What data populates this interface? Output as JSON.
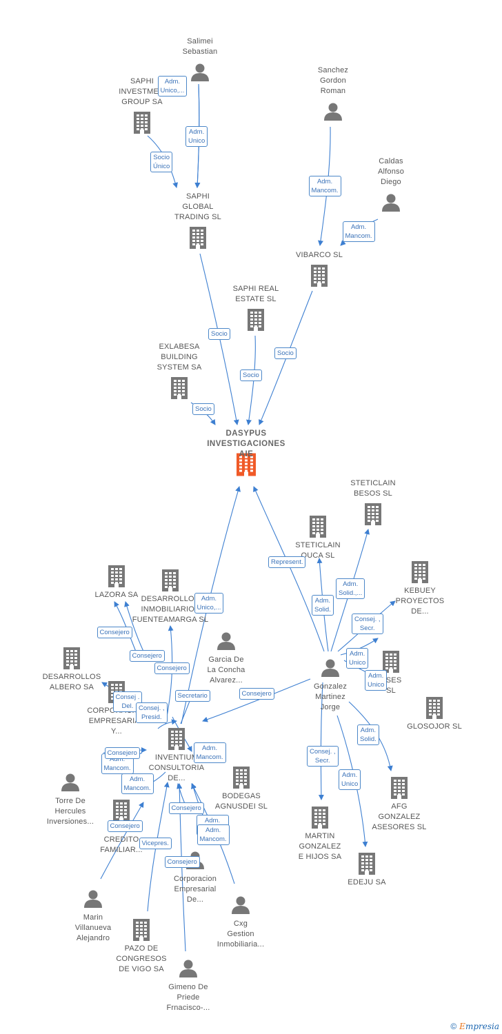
{
  "nodes": {
    "salimei": {
      "label": "Salimei\nSebastian",
      "type": "person"
    },
    "saphi_inv": {
      "label": "SAPHI\nINVESTME...\nGROUP SA",
      "type": "company"
    },
    "sanchez": {
      "label": "Sanchez\nGordon\nRoman",
      "type": "person"
    },
    "caldas": {
      "label": "Caldas\nAlfonso\nDiego",
      "type": "person"
    },
    "saphi_global": {
      "label": "SAPHI\nGLOBAL\nTRADING  SL",
      "type": "company"
    },
    "vibarco": {
      "label": "VIBARCO SL",
      "type": "company"
    },
    "saphi_real": {
      "label": "SAPHI REAL\nESTATE  SL",
      "type": "company"
    },
    "exlabesa": {
      "label": "EXLABESA\nBUILDING\nSYSTEM SA",
      "type": "company"
    },
    "dasypus": {
      "label": "DASYPUS\nINVESTIGACIONES AIE",
      "type": "main"
    },
    "steticlain_besos": {
      "label": "STETICLAIN\nBESOS  SL",
      "type": "company"
    },
    "steticlain_ouca": {
      "label": "STETICLAIN\nOUCA  SL",
      "type": "company"
    },
    "kebuey": {
      "label": "KEBUEY\nPROYECTOS\nDE...",
      "type": "company"
    },
    "lazora": {
      "label": "LAZORA SA",
      "type": "company"
    },
    "desarrollos_fuente": {
      "label": "DESARROLLOS\nINMOBILIARIOS\nFUENTEAMARGA SL",
      "type": "company"
    },
    "garcia": {
      "label": "Garcia De\nLa Concha\nAlvarez...",
      "type": "person"
    },
    "gonzalez": {
      "label": "Gonzalez\nMartinez\nJorge",
      "type": "person"
    },
    "rses": {
      "label": "RSES\nSL",
      "type": "company"
    },
    "glosojor": {
      "label": "GLOSOJOR  SL",
      "type": "company"
    },
    "desarrollos_albero": {
      "label": "DESARROLLOS\nALBERO SA",
      "type": "company"
    },
    "corporacion_emp_y": {
      "label": "CORPORACION\nEMPRESARIAL\nY...",
      "type": "company"
    },
    "inventium": {
      "label": "INVENTIUM\nCONSULTORIA\nDE...",
      "type": "company"
    },
    "torre": {
      "label": "Torre De\nHercules\nInversiones...",
      "type": "person"
    },
    "bodegas": {
      "label": "BODEGAS\nAGNUSDEI SL",
      "type": "company"
    },
    "afg": {
      "label": "AFG\nGONZALEZ\nASESORES  SL",
      "type": "company"
    },
    "credito": {
      "label": "CXG\nCREDITO\nFAMILIAR...",
      "type": "company"
    },
    "martin": {
      "label": "MARTIN\nGONZALEZ\nE HIJOS SA",
      "type": "company"
    },
    "edeju": {
      "label": "EDEJU SA",
      "type": "company"
    },
    "corporacion_emp_de": {
      "label": "Corporacion\nEmpresarial\nDe...",
      "type": "person"
    },
    "marin": {
      "label": "Marin\nVillanueva\nAlejandro",
      "type": "person"
    },
    "cxg_gestion": {
      "label": "Cxg\nGestion\nInmobiliaria...",
      "type": "person"
    },
    "pazo": {
      "label": "PAZO DE\nCONGRESOS\nDE VIGO SA",
      "type": "company"
    },
    "gimeno": {
      "label": "Gimeno De\nPriede\nFrnacisco-...",
      "type": "person"
    }
  },
  "edge_labels": [
    "Adm.\nUnico,...",
    "Adm.\nUnico",
    "Socio\nÚnico",
    "Adm.\nMancom.",
    "Adm.\nMancom.",
    "Socio",
    "Socio",
    "Socio",
    "Socio",
    "Represent.",
    "Adm.\nSolid.,...",
    "Adm.\nSolid.",
    "Consej. ,\nSecr.",
    "Adm.\nUnico",
    "Adm.\nUnico",
    "Adm.\nUnico,...",
    "Consejero",
    "Consejero",
    "Consejero",
    "Consejero",
    "Secretario",
    "Consej .\nDel.",
    "Adm.\nMancom.",
    "Consej. ,\nPresid.",
    "Consejero",
    "Adm.\nMancom.",
    "Adm.\nMancom.",
    "Adm.\nMancom.",
    "Consejero",
    "Consejero",
    "Adm.\nMancom.",
    "Vicepres.",
    "Consejero",
    "Adm.\nSolid.",
    "Consej. ,\nSecr.",
    "Adm.\nUnico"
  ],
  "footer": {
    "copyright": "©",
    "brand_first": "E",
    "brand_rest": "mpresia"
  },
  "colors": {
    "company": "#777777",
    "main": "#f05a28",
    "person": "#777777",
    "edge": "#3d7fd1"
  }
}
